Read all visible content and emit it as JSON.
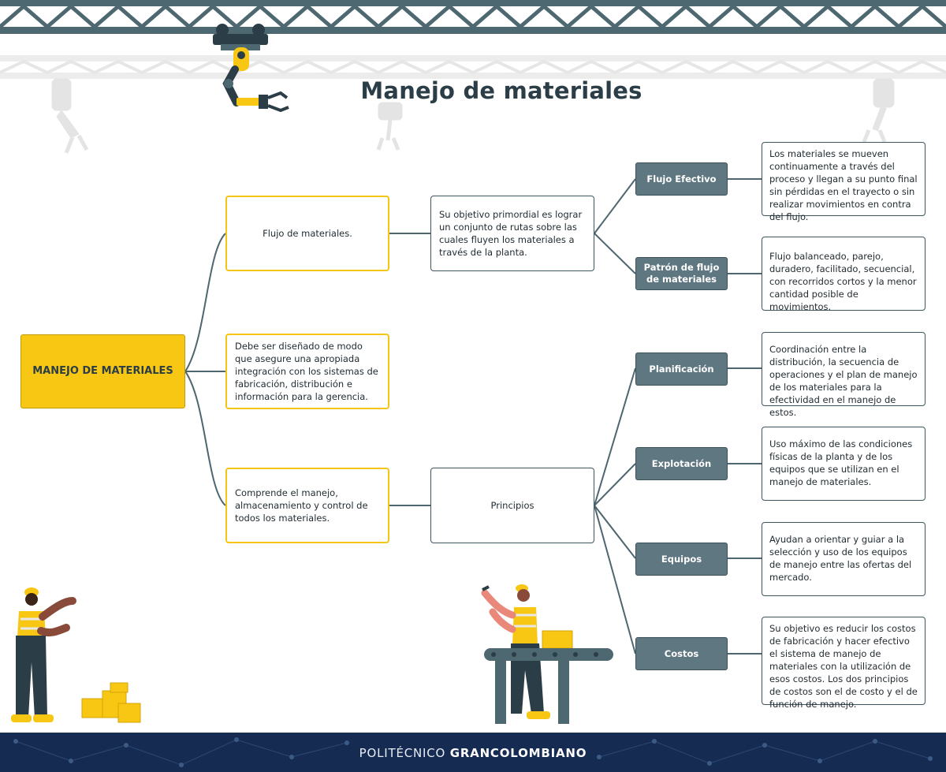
{
  "title": "Manejo de materiales",
  "root": "MANEJO DE MATERIALES",
  "branches": {
    "flujo": "Flujo de materiales.",
    "disenado": "Debe ser diseñado de modo que asegure una apropiada integración con los sistemas de fabricación, distribución e información para la gerencia.",
    "comprende": "Comprende el manejo, almacenamiento y control de todos los materiales."
  },
  "objetivo": "Su objetivo primordial es lograr un conjunto de rutas sobre las cuales fluyen los materiales a través de la planta.",
  "principios": "Principios",
  "flow_items": [
    {
      "label": "Flujo Efectivo",
      "text": "Los materiales se mueven continuamente a través del proceso y llegan a su punto final sin pérdidas en el trayecto o sin realizar movimientos en contra del flujo."
    },
    {
      "label": "Patrón de flujo de materiales",
      "text": "Flujo balanceado, parejo, duradero, facilitado, secuencial, con recorridos cortos y la menor cantidad posible de movimientos."
    }
  ],
  "principle_items": [
    {
      "label": "Planificación",
      "text": "Coordinación entre la distribución, la secuencia de operaciones y el plan de manejo de los materiales para la efectividad en el  manejo de estos."
    },
    {
      "label": "Explotación",
      "text": "Uso máximo de las condiciones físicas de la planta y de los equipos que se utilizan en el manejo de materiales."
    },
    {
      "label": "Equipos",
      "text": "Ayudan a orientar y guiar a la selección y uso de los equipos de manejo entre las ofertas del mercado."
    },
    {
      "label": "Costos",
      "text": "Su objetivo es reducir los costos de fabricación y hacer efectivo el sistema de manejo de materiales con la utilización de esos costos. Los dos principios de costos son el de costo y el de función de manejo."
    }
  ],
  "footer": {
    "light": "POLITÉCNICO ",
    "bold": "GRANCOLOMBIANO"
  },
  "colors": {
    "accent_yellow": "#f7c713",
    "node_gray": "#5f7780",
    "line": "#4e6670",
    "truss": "#4d6871",
    "footer": "#162b52"
  },
  "illustrations": [
    "overhead-truss-crane",
    "robotic-arm-icon",
    "worker-gesturing",
    "yellow-boxes",
    "worker-conveyor-belt"
  ]
}
